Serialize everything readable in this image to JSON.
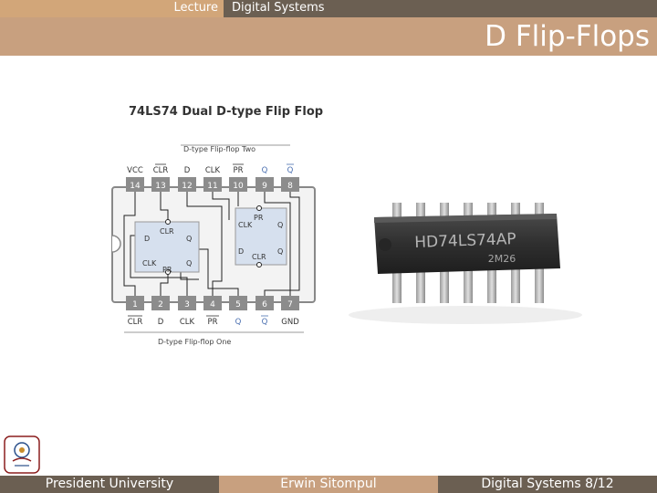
{
  "header": {
    "lecture": "Lecture",
    "course": "Digital Systems"
  },
  "slide": {
    "title": "D Flip-Flops"
  },
  "diagram": {
    "heading": "74LS74 Dual D-type Flip Flop",
    "top_label": "D-type Flip-flop Two",
    "bottom_label": "D-type Flip-flop One",
    "top_pin_labels": [
      "VCC",
      "CLR",
      "D",
      "CLK",
      "PR",
      "Q",
      "Q"
    ],
    "top_pin_numbers": [
      "14",
      "13",
      "12",
      "11",
      "10",
      "9",
      "8"
    ],
    "bottom_pin_numbers": [
      "1",
      "2",
      "3",
      "4",
      "5",
      "6",
      "7"
    ],
    "bottom_pin_labels": [
      "CLR",
      "D",
      "CLK",
      "PR",
      "Q",
      "Q",
      "GND"
    ],
    "ff1": {
      "clr": "CLR",
      "d": "D",
      "q": "Q",
      "clk": "CLK",
      "pr": "PR",
      "qbar": "Q"
    },
    "ff2": {
      "pr": "PR",
      "clk": "CLK",
      "d": "D",
      "clr": "CLR",
      "qbar": "Q",
      "q": "Q"
    }
  },
  "chip": {
    "marking": "HD74LS74AP",
    "code": "2M26"
  },
  "footer": {
    "left": "President University",
    "center": "Erwin Sitompul",
    "right": "Digital Systems 8/12"
  }
}
